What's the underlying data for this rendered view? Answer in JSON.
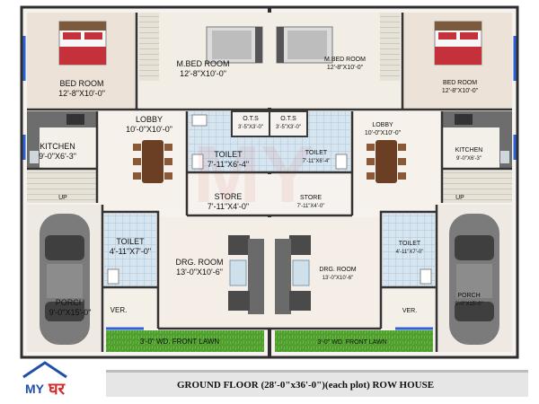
{
  "plan": {
    "left": {
      "bedroom": {
        "name": "BED ROOM",
        "size": "12'-8\"X10'-0\""
      },
      "master_bedroom": {
        "name": "M.BED ROOM",
        "size": "12'-8\"X10'-0\""
      },
      "lobby": {
        "name": "LOBBY",
        "size": "10'-0\"X10'-0\""
      },
      "ots_a": {
        "name": "O.T.S",
        "size": "3'-5\"X3'-0\""
      },
      "ots_b": {
        "name": "O.T.S",
        "size": "3'-5\"X3'-0\""
      },
      "kitchen": {
        "name": "KITCHEN",
        "size": "9'-0\"X6'-3\""
      },
      "toilet_main": {
        "name": "TOILET",
        "size": "7'-11\"X6'-4\""
      },
      "store": {
        "name": "STORE",
        "size": "7'-11\"X4'-0\""
      },
      "toilet_small": {
        "name": "TOILET",
        "size": "4'-11\"X7'-0\""
      },
      "drawing_room": {
        "name": "DRG. ROOM",
        "size": "13'-0\"X10'-6\""
      },
      "porch": {
        "name": "PORCH",
        "size": "9'-0\"X15'-0\""
      },
      "verandah": {
        "name": "VER."
      },
      "lawn": {
        "name": "3'-0\" WD. FRONT LAWN"
      }
    },
    "right": {
      "bedroom": {
        "name": "BED ROOM",
        "size": "12'-8\"X10'-0\""
      },
      "master_bedroom": {
        "name": "M.BED ROOM",
        "size": "12'-8\"X10'-0\""
      },
      "lobby": {
        "name": "LOBBY",
        "size": "10'-0\"X10'-0\""
      },
      "kitchen": {
        "name": "KITCHEN",
        "size": "9'-0\"X6'-3\""
      },
      "toilet_main": {
        "name": "TOILET",
        "size": "7'-11\"X6'-4\""
      },
      "store": {
        "name": "STORE",
        "size": "7'-11\"X4'-0\""
      },
      "toilet_small": {
        "name": "TOILET",
        "size": "4'-11\"X7'-0\""
      },
      "drawing_room": {
        "name": "DRG. ROOM",
        "size": "13'-0\"X10'-6\""
      },
      "porch": {
        "name": "PORCH",
        "size": "9'-0\"X15'-0\""
      },
      "verandah": {
        "name": "VER."
      },
      "lawn": {
        "name": "3'-0\" WD. FRONT LAWN"
      }
    },
    "stair_marks": [
      "UP",
      "UP"
    ]
  },
  "caption": "GROUND FLOOR (28'-0\"x36'-0\")(each plot) ROW HOUSE",
  "logo": {
    "text_my": "MY",
    "text_ghar": "घर"
  },
  "colors": {
    "wall": "#3a3a3a",
    "floor": "#f4f0ea",
    "bedroom_floor": "#e9dfd4",
    "tile": "#c9dcea",
    "lawn": "#4e9a2f",
    "wood": "#b07a4b",
    "bed_red": "#c4313a",
    "car": "#7a7a7a",
    "ribbon": "#e4e4e4",
    "logo_blue": "#1f4fa8",
    "logo_red": "#d42a2a"
  }
}
